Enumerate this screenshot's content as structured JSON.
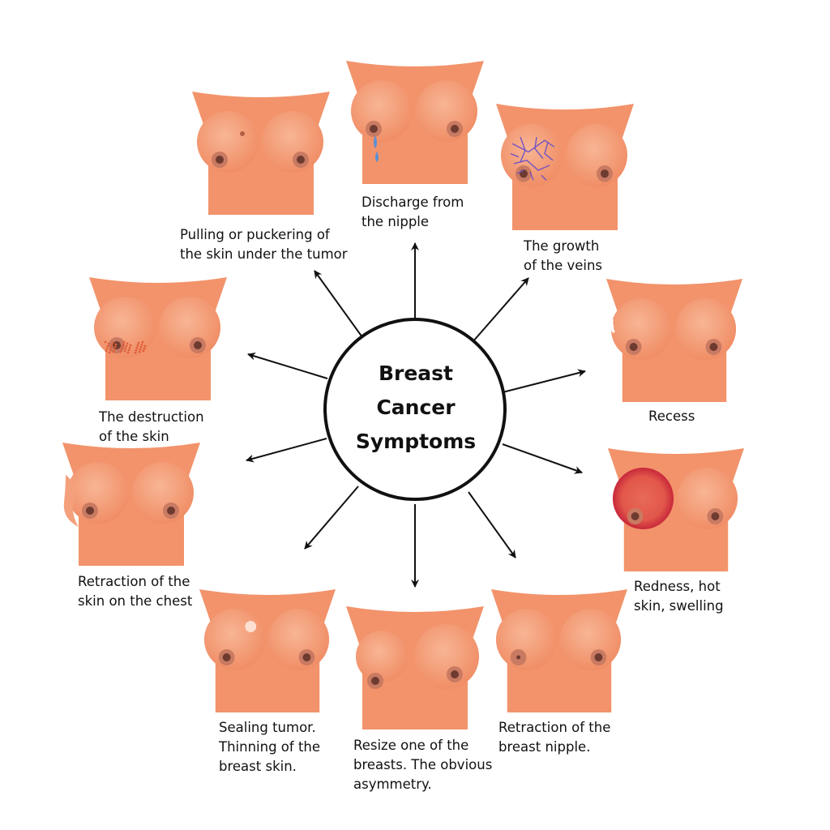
{
  "title_lines": [
    "Breast",
    "Cancer",
    "Symptoms"
  ],
  "colors": {
    "skin": "#F2936B",
    "skin_light": "#F6A988",
    "areola": "#C97A62",
    "nipple": "#6E3B30",
    "redness": "#D83A3A",
    "veins": "#6A4FC8",
    "discharge": "#5B8FD6",
    "arrow": "#111111",
    "circle": "#111111"
  },
  "symptoms": [
    {
      "id": "discharge",
      "lines": [
        "Discharge from",
        "the nipple"
      ]
    },
    {
      "id": "veins",
      "lines": [
        "The growth",
        "of the veins"
      ]
    },
    {
      "id": "recess",
      "lines": [
        "Recess"
      ]
    },
    {
      "id": "redness",
      "lines": [
        "Redness, hot",
        "skin, swelling"
      ]
    },
    {
      "id": "nipple-retraction",
      "lines": [
        "Retraction of the",
        "breast nipple."
      ]
    },
    {
      "id": "asymmetry",
      "lines": [
        "Resize one of the",
        "breasts. The obvious",
        "asymmetry."
      ]
    },
    {
      "id": "sealing-tumor",
      "lines": [
        "Sealing tumor.",
        "Thinning of the",
        "breast skin."
      ]
    },
    {
      "id": "chest-retraction",
      "lines": [
        "Retraction of the",
        "skin on the chest"
      ]
    },
    {
      "id": "skin-destruction",
      "lines": [
        "The destruction",
        "of the skin"
      ]
    },
    {
      "id": "puckering",
      "lines": [
        "Pulling or puckering of",
        "the skin under the tumor"
      ]
    }
  ]
}
